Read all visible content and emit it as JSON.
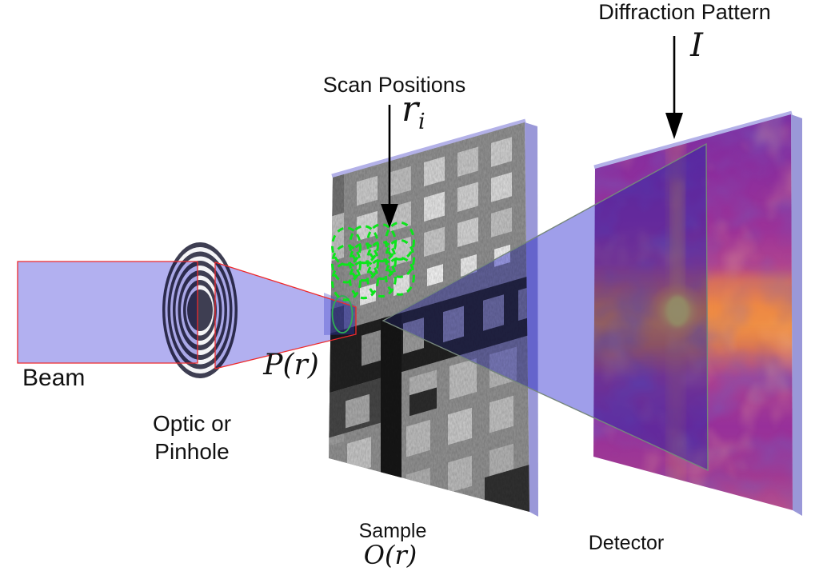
{
  "figure_labels": {
    "beam": "Beam",
    "optic_line1": "Optic or",
    "optic_line2": "Pinhole",
    "probe_math": "P(r)",
    "scan_positions": "Scan Positions",
    "scan_math_base": "r",
    "scan_math_sub": "i",
    "sample": "Sample",
    "sample_math": "O(r)",
    "detector": "Detector",
    "diffraction_pattern": "Diffraction Pattern",
    "diffraction_math": "I"
  },
  "colors": {
    "beam_fill": "#b2b0f0",
    "beam_outline": "#ee2a2c",
    "cone_fill": "#b2b0f0",
    "cone_edge": "#76867c",
    "scan_circles": "#0ce41c",
    "probe_marker": "#2fae54",
    "slab_side": "#9a98d8",
    "slab_top_edge": "#b3b1e8",
    "arrow": "#000000",
    "label_text": "#111111"
  }
}
